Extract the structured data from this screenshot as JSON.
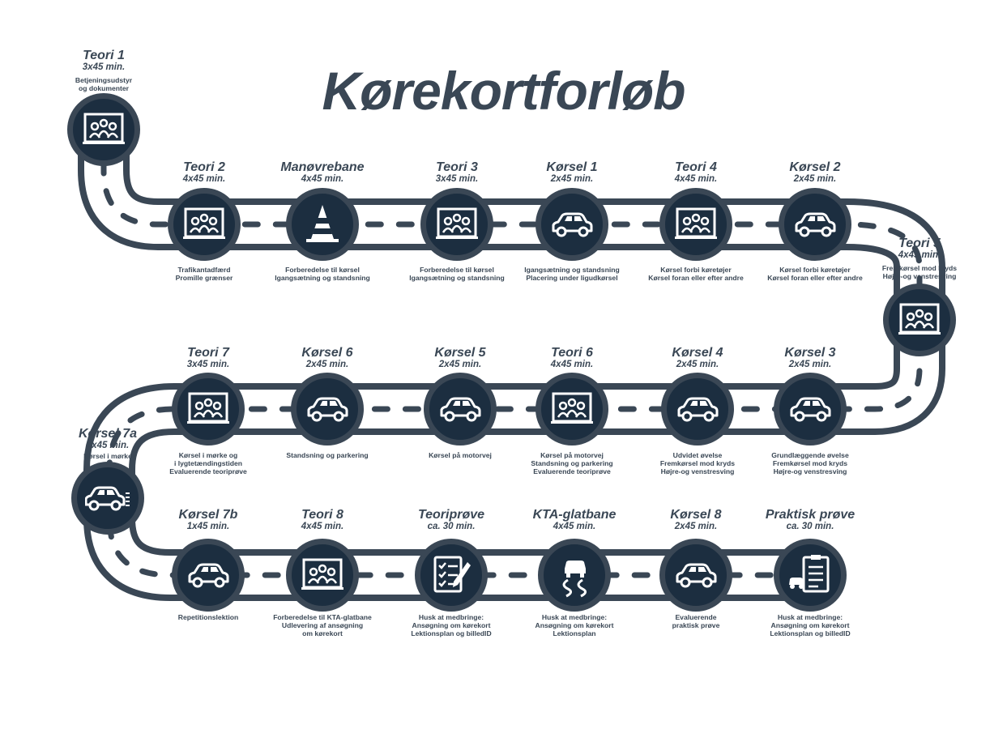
{
  "title": "Kørekortforløb",
  "steps": [
    {
      "name": "Teori 1",
      "duration": "3x45 min.",
      "desc": [
        "Betjeningsudstyr",
        "og dokumenter"
      ],
      "icon": "classroom-icon"
    },
    {
      "name": "Teori 2",
      "duration": "4x45 min.",
      "desc": [
        "Trafikantadfærd",
        "Promille grænser"
      ],
      "icon": "classroom-icon"
    },
    {
      "name": "Manøvrebane",
      "duration": "4x45 min.",
      "desc": [
        "Forberedelse til kørsel",
        "Igangsætning og standsning"
      ],
      "icon": "cone-icon"
    },
    {
      "name": "Teori 3",
      "duration": "3x45 min.",
      "desc": [
        "Forberedelse til kørsel",
        "Igangsætning og standsning"
      ],
      "icon": "classroom-icon"
    },
    {
      "name": "Kørsel 1",
      "duration": "2x45 min.",
      "desc": [
        "Igangsætning og standsning",
        "Placering under ligudkørsel"
      ],
      "icon": "car-icon"
    },
    {
      "name": "Teori 4",
      "duration": "4x45 min.",
      "desc": [
        "Kørsel forbi køretøjer",
        "Kørsel foran eller efter andre"
      ],
      "icon": "classroom-icon"
    },
    {
      "name": "Kørsel 2",
      "duration": "2x45 min.",
      "desc": [
        "Kørsel forbi køretøjer",
        "Kørsel foran eller efter andre"
      ],
      "icon": "car-icon"
    },
    {
      "name": "Teori 5",
      "duration": "4x45 min.",
      "desc": [
        "Fremkørsel mod kryds",
        "Højre-og venstresving"
      ],
      "icon": "classroom-icon"
    },
    {
      "name": "Kørsel 3",
      "duration": "2x45 min.",
      "desc": [
        "Grundlæggende øvelse",
        "Fremkørsel mod kryds",
        "Højre-og venstresving"
      ],
      "icon": "car-icon"
    },
    {
      "name": "Kørsel 4",
      "duration": "2x45 min.",
      "desc": [
        "Udvidet øvelse",
        "Fremkørsel mod kryds",
        "Højre-og venstresving"
      ],
      "icon": "car-icon"
    },
    {
      "name": "Teori 6",
      "duration": "4x45 min.",
      "desc": [
        "Kørsel på motorvej",
        "Standsning og parkering",
        "Evaluerende teoriprøve"
      ],
      "icon": "classroom-icon"
    },
    {
      "name": "Kørsel 5",
      "duration": "2x45 min.",
      "desc": [
        "Kørsel på motorvej"
      ],
      "icon": "car-icon"
    },
    {
      "name": "Kørsel 6",
      "duration": "2x45 min.",
      "desc": [
        "Standsning og parkering"
      ],
      "icon": "car-icon"
    },
    {
      "name": "Teori 7",
      "duration": "3x45 min.",
      "desc": [
        "Kørsel i mørke og",
        "i lygtetændingstiden",
        "Evaluerende teoriprøve"
      ],
      "icon": "classroom-icon"
    },
    {
      "name": "Kørsel 7a",
      "duration": "1x45 min.",
      "desc": [
        "Kørsel i mørke"
      ],
      "icon": "car-lights-icon"
    },
    {
      "name": "Kørsel 7b",
      "duration": "1x45 min.",
      "desc": [
        "Repetitionslektion"
      ],
      "icon": "car-icon"
    },
    {
      "name": "Teori 8",
      "duration": "4x45 min.",
      "desc": [
        "Forberedelse til KTA-glatbane",
        "Udlevering af ansøgning",
        "om kørekort"
      ],
      "icon": "classroom-icon"
    },
    {
      "name": "Teoriprøve",
      "duration": "ca. 30 min.",
      "desc": [
        "Husk at medbringe:",
        "Ansøgning om kørekort",
        "Lektionsplan og billedID"
      ],
      "icon": "checklist-icon"
    },
    {
      "name": "KTA-glatbane",
      "duration": "4x45 min.",
      "desc": [
        "Husk at medbringe:",
        "Ansøgning om kørekort",
        "Lektionsplan"
      ],
      "icon": "skid-icon"
    },
    {
      "name": "Kørsel 8",
      "duration": "2x45 min.",
      "desc": [
        "Evaluerende",
        "praktisk prøve"
      ],
      "icon": "car-icon"
    },
    {
      "name": "Praktisk prøve",
      "duration": "ca. 30 min.",
      "desc": [
        "Husk at medbringe:",
        "Ansøgning om kørekort",
        "Lektionsplan og billedID"
      ],
      "icon": "clipboard-car-icon"
    }
  ],
  "colors": {
    "road": "#3a4755",
    "node_fill": "#1c2e40",
    "text": "#3a4755",
    "dash": "#3a4755"
  }
}
